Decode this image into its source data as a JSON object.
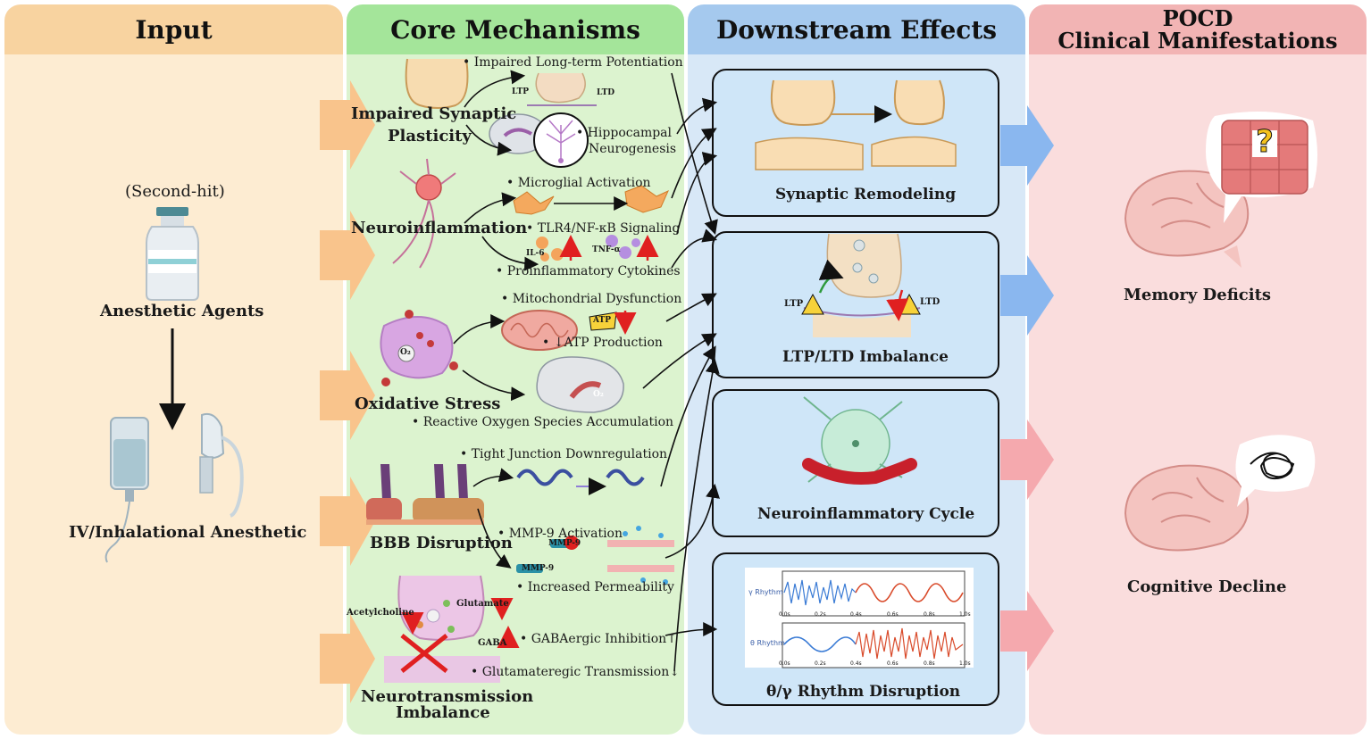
{
  "headers": {
    "input": "Input",
    "core": "Core Mechanisms",
    "downstream": "Downstream Effects",
    "pocd_line1": "POCD",
    "pocd_line2": "Clinical Manifestations"
  },
  "input": {
    "second_hit": "(Second-hit)",
    "agents": "Anesthetic Agents",
    "iv_inhal": "IV/Inhalational Anesthetic"
  },
  "core": {
    "synaptic": {
      "title_l1": "Impaired Synaptic",
      "title_l2": "Plasticity",
      "ltp_item": "Impaired Long-term Potentiation",
      "hippo_l1": "Hippocampal",
      "hippo_l2": "Neurogenesis",
      "ltp_tag": "LTP",
      "ltd_tag": "LTD"
    },
    "inflammation": {
      "title": "Neuroinflammation",
      "microglia": "Microglial Activation",
      "tlr4": "TLR4/NF-κB Signaling",
      "cytokines": "Proinflammatory Cytokines",
      "il6": "IL-6",
      "tnfa": "TNF-α"
    },
    "oxidative": {
      "title": "Oxidative Stress",
      "mito": "Mitochondrial Dysfunction",
      "atp": "↓ATP Production",
      "ros": "Reactive Oxygen Species Accumulation",
      "atp_tag": "ATP",
      "o2_tag": "O₂"
    },
    "bbb": {
      "title": "BBB Disruption",
      "tight": "Tight Junction Downregulation",
      "mmp9": "MMP-9 Activation",
      "perm": "Increased Permeability",
      "mmp_tag1": "MMP-9",
      "mmp_tag2": "MMP-9"
    },
    "neurotrans": {
      "title_l1": "Neurotransmission",
      "title_l2": "Imbalance",
      "gaba_inh": "GABAergic Inhibition↑",
      "glu_trans": "Glutamateregic Transmission↓",
      "acetylcholine": "Acetylcholine",
      "glutamate": "Glutamate",
      "gaba": "GABA"
    }
  },
  "downstream": {
    "synaptic": "Synaptic Remodeling",
    "ltp_ltd": "LTP/LTD Imbalance",
    "ltp_tag": "LTP",
    "ltd_tag": "LTD",
    "cycle": "Neuroinflammatory Cycle",
    "rhythm": "θ/γ Rhythm Disruption",
    "gamma_label": "γ Rhythm",
    "theta_label": "θ Rhythm",
    "time_ticks": [
      "0.0s",
      "0.2s",
      "0.4s",
      "0.6s",
      "0.8s",
      "1.0s"
    ]
  },
  "pocd": {
    "memory": "Memory Deficits",
    "cognitive": "Cognitive Decline",
    "question": "?"
  },
  "colors": {
    "input_header": "#f8d3a0",
    "core_header": "#a4e59a",
    "down_header": "#a5c9ee",
    "pocd_header": "#f2b4b4",
    "arrow_orange": "#f9c48c",
    "arrow_blue": "#8ab7ef",
    "arrow_pink": "#f5a9ae"
  }
}
